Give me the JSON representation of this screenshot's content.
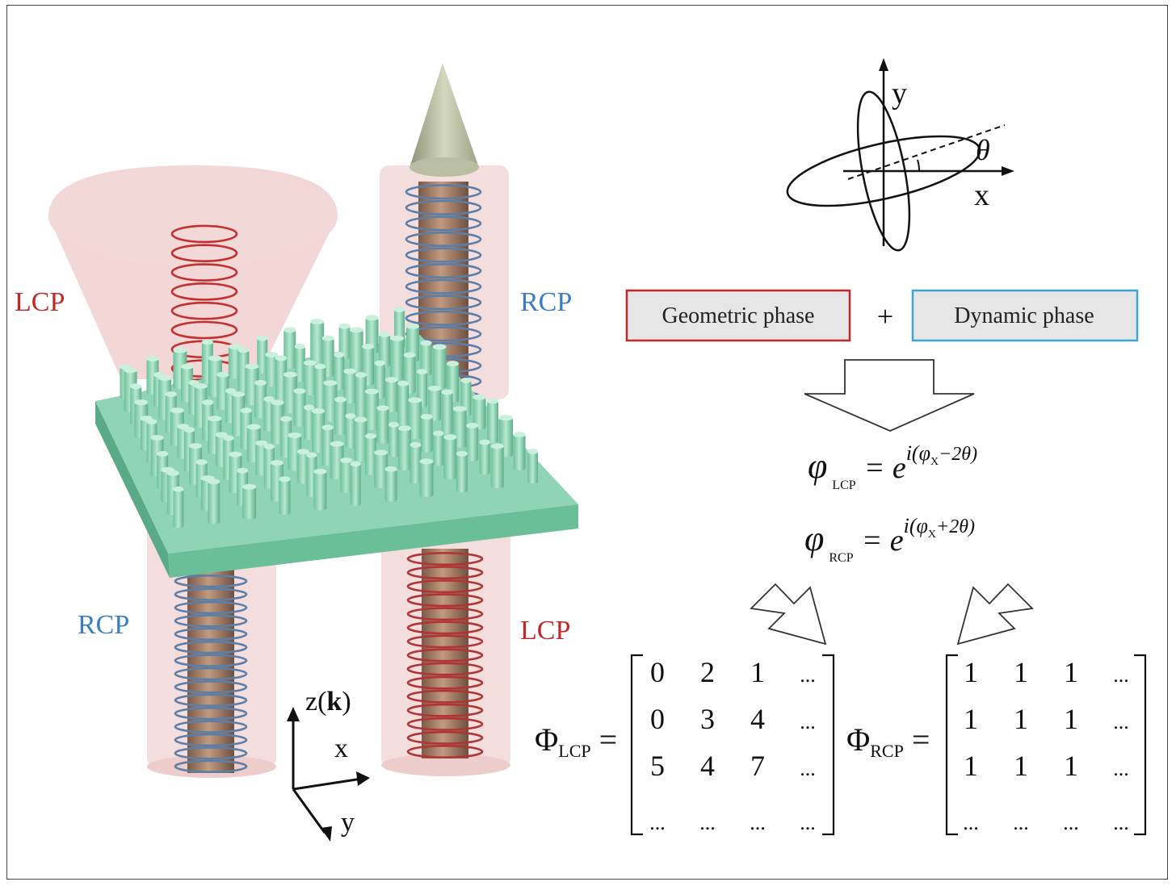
{
  "illustration": {
    "beam_labels": {
      "top_left": "LCP",
      "top_right": "RCP",
      "bottom_left": "RCP",
      "bottom_right": "LCP"
    },
    "axes": {
      "z": "z(",
      "k": "k",
      "z_close": ")",
      "x": "x",
      "y": "y"
    }
  },
  "ellipse_diagram": {
    "y_label": "y",
    "x_label": "x",
    "angle_label": "θ"
  },
  "phase_boxes": {
    "geometric": "Geometric phase",
    "plus": "+",
    "dynamic": "Dynamic phase",
    "geometric_border": "#c0282a",
    "dynamic_border": "#3aa6d8",
    "fill": "#e6e6e6"
  },
  "equations": {
    "lcp": {
      "phi": "φ",
      "sub": "LCP",
      "eq": "= e",
      "sup_open": "i(",
      "sup_phi": "φ",
      "sup_sub": "X",
      "sup_rest": "−2θ)"
    },
    "rcp": {
      "phi": "φ",
      "sub": "RCP",
      "eq": "= e",
      "sup_open": "i(",
      "sup_phi": "φ",
      "sup_sub": "X",
      "sup_rest": "+2θ)"
    }
  },
  "matrices": {
    "lcp": {
      "symbol": "Φ",
      "sub": "LCP",
      "eq": "=",
      "rows": [
        [
          "0",
          "2",
          "1",
          "..."
        ],
        [
          "0",
          "3",
          "4",
          "..."
        ],
        [
          "5",
          "4",
          "7",
          "..."
        ],
        [
          "...",
          "...",
          "...",
          "..."
        ]
      ]
    },
    "rcp": {
      "symbol": "Φ",
      "sub": "RCP",
      "eq": "=",
      "rows": [
        [
          "1",
          "1",
          "1",
          "..."
        ],
        [
          "1",
          "1",
          "1",
          "..."
        ],
        [
          "1",
          "1",
          "1",
          "..."
        ],
        [
          "...",
          "...",
          "...",
          "..."
        ]
      ]
    }
  }
}
